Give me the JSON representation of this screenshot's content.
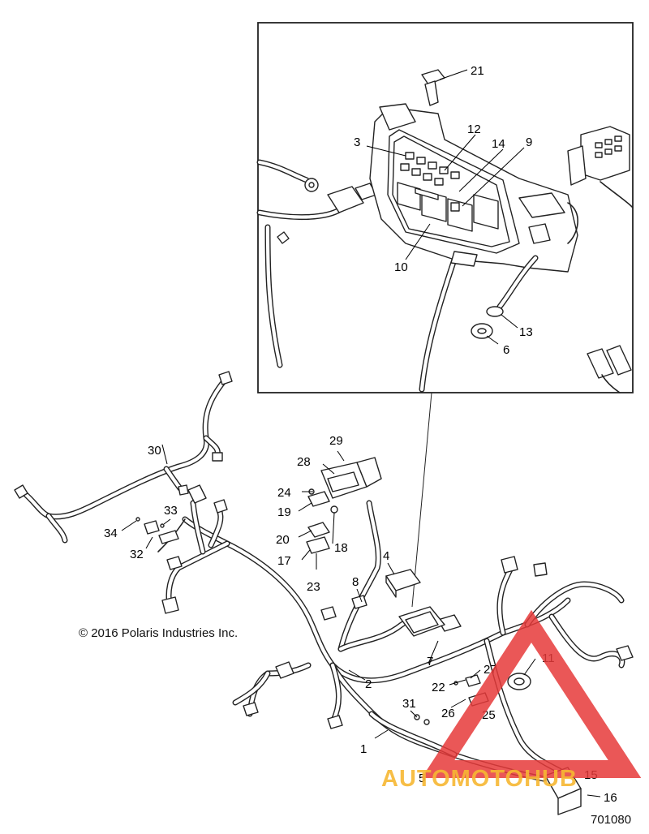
{
  "diagram": {
    "copyright": "© 2016 Polaris Industries Inc.",
    "figure_number": "701080",
    "watermark": "AUTOMOTOHUB",
    "watermark_color": "#f7b733",
    "watermark_triangle_color": "#e63a3a",
    "callouts": {
      "c1": "1",
      "c2": "2",
      "c3": "3",
      "c4": "4",
      "c5": "5",
      "c6": "6",
      "c7": "7",
      "c8": "8",
      "c9": "9",
      "c10": "10",
      "c11": "11",
      "c12": "12",
      "c13": "13",
      "c14": "14",
      "c15": "15",
      "c16": "16",
      "c17": "17",
      "c18": "18",
      "c19": "19",
      "c20": "20",
      "c21": "21",
      "c22": "22",
      "c23": "23",
      "c24": "24",
      "c25": "25",
      "c26": "26",
      "c27": "27",
      "c28": "28",
      "c29": "29",
      "c30": "30",
      "c31": "31",
      "c32": "32",
      "c33": "33",
      "c34": "34"
    }
  }
}
